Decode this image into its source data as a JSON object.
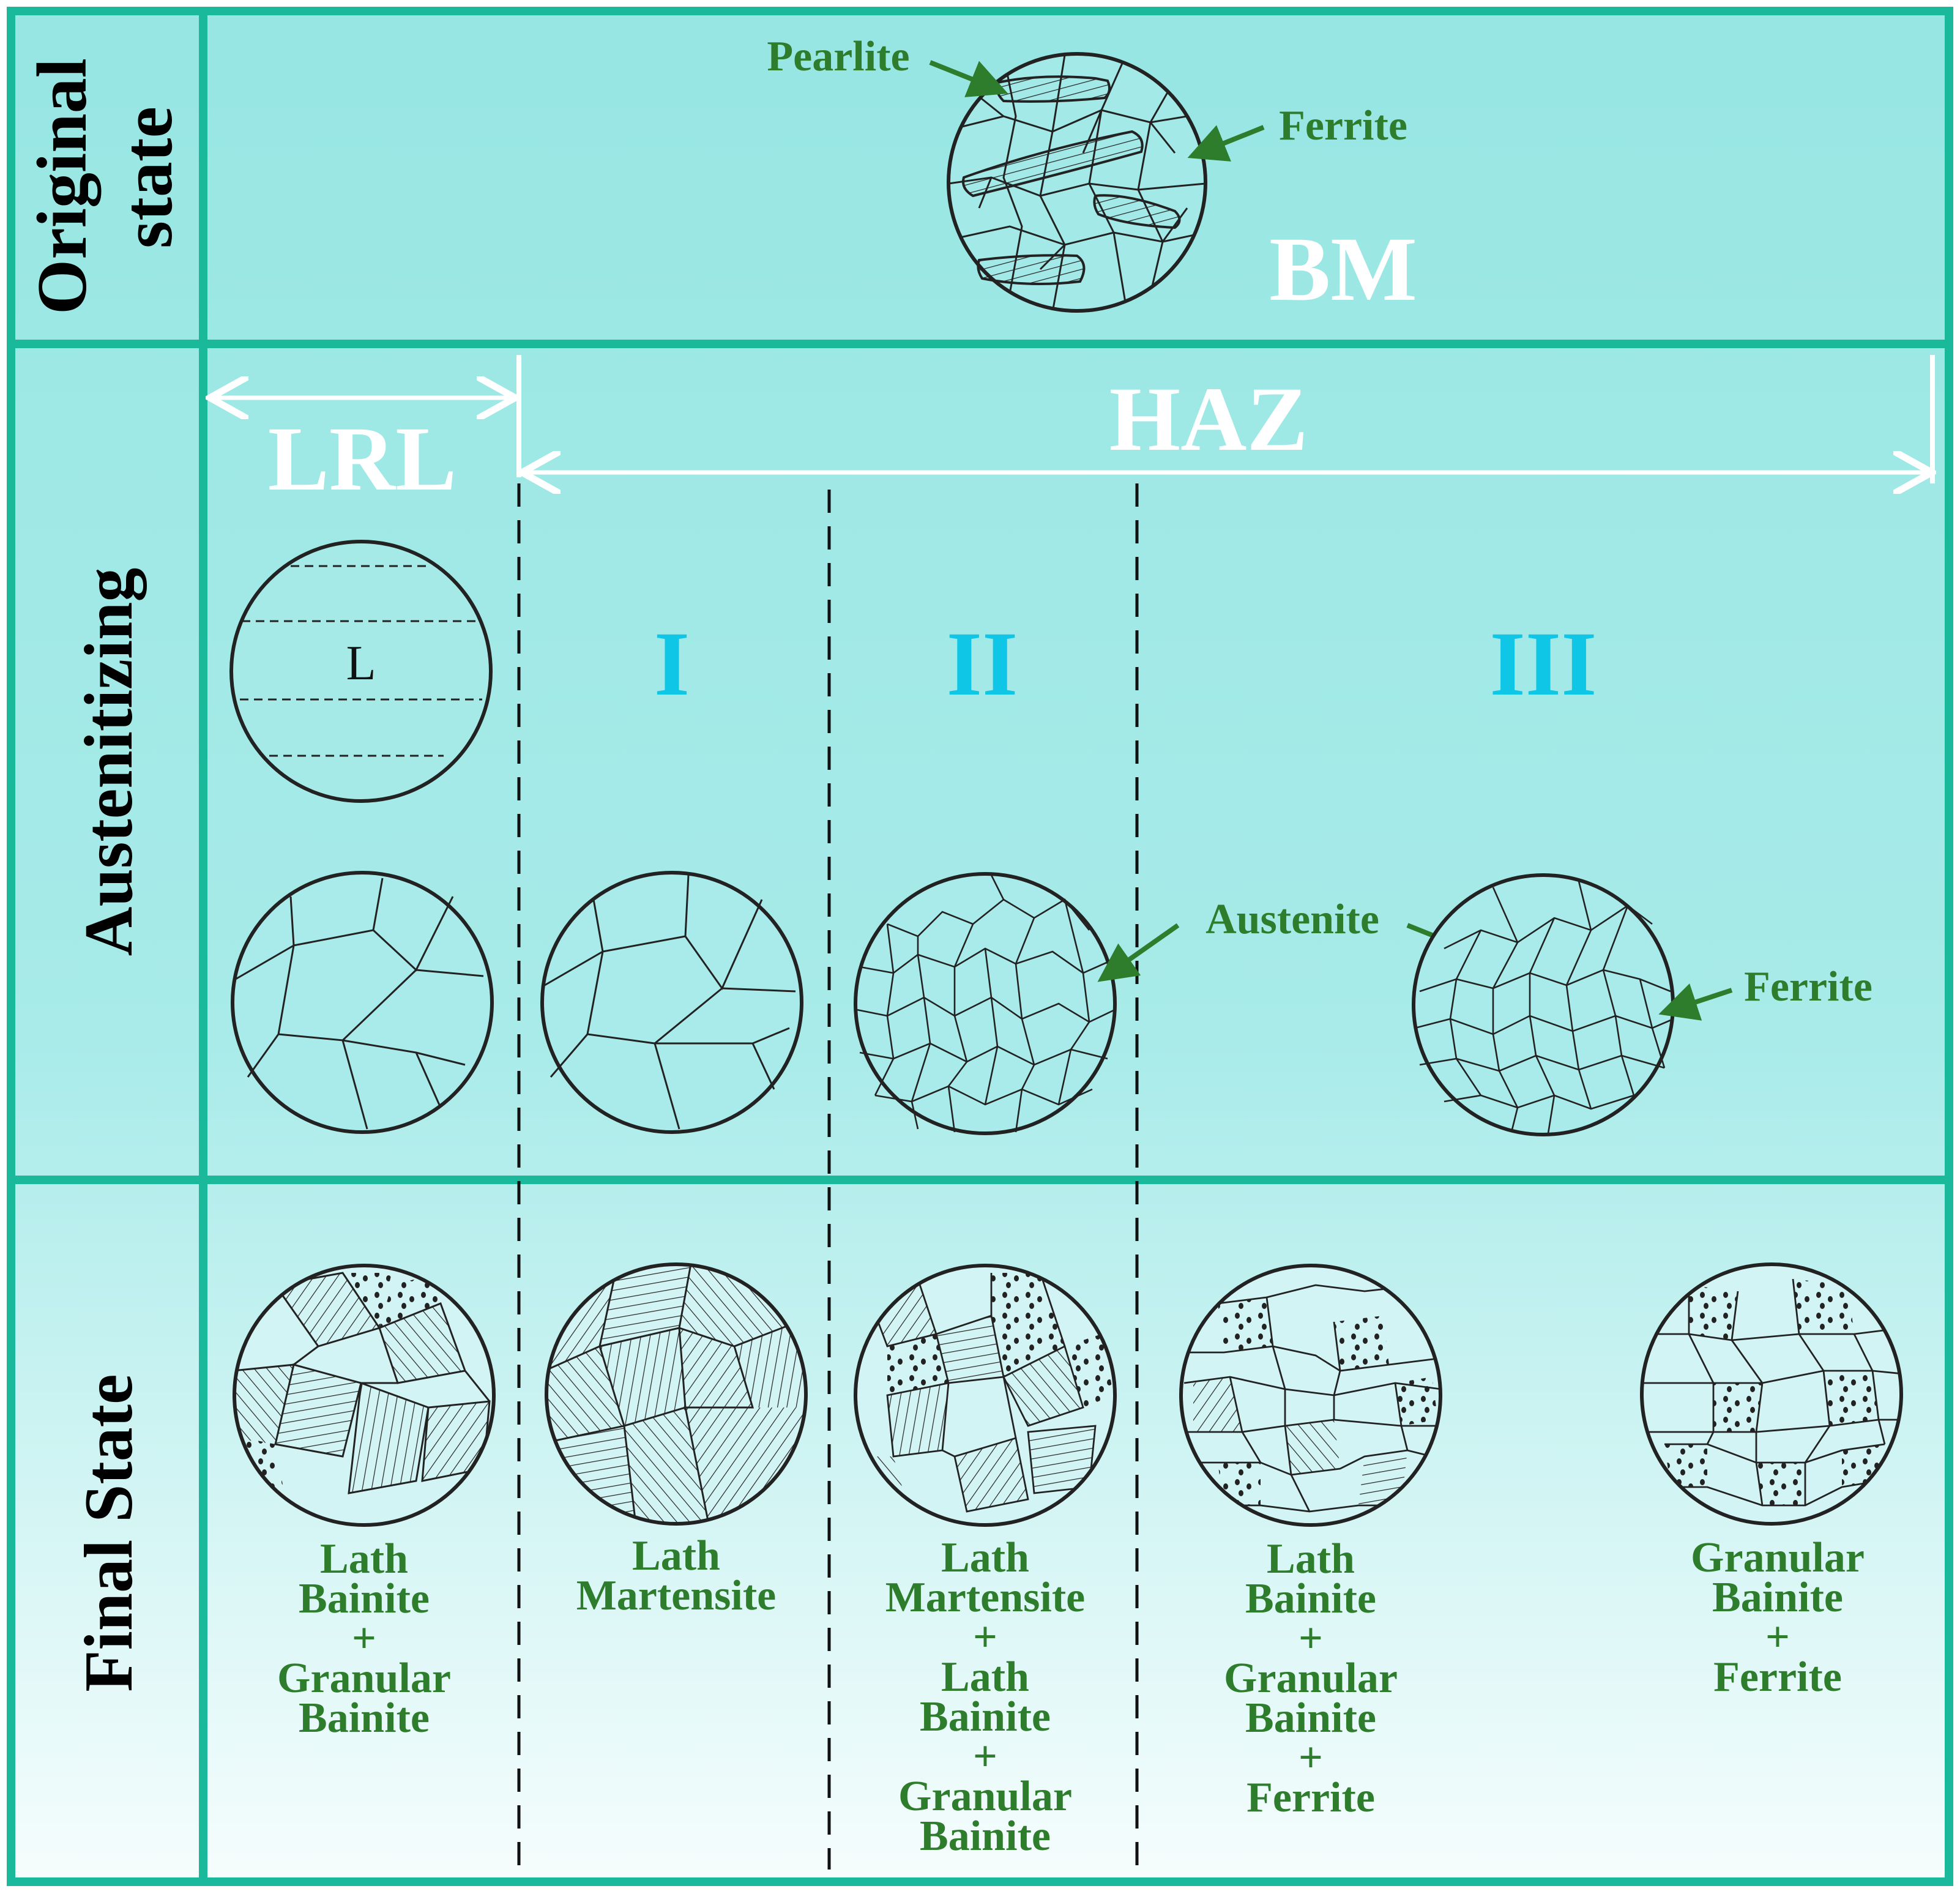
{
  "rows": {
    "original": "Original state",
    "austenitizing": "Austenitizing",
    "final": "Final State"
  },
  "original": {
    "pearlite": "Pearlite",
    "ferrite": "Ferrite",
    "bm": "BM"
  },
  "zones": {
    "lrl": "LRL",
    "haz": "HAZ",
    "z1": "I",
    "z2": "II",
    "z3": "III",
    "liquid": "L"
  },
  "aust": {
    "austenite": "Austenite",
    "ferrite": "Ferrite"
  },
  "final": {
    "col1": [
      "Lath",
      "Bainite",
      "+",
      "Granular",
      "Bainite"
    ],
    "col2": [
      "Lath",
      "Martensite"
    ],
    "col3": [
      "Lath",
      "Martensite",
      "+",
      "Lath",
      "Bainite",
      "+",
      "Granular",
      "Bainite"
    ],
    "col4": [
      "Lath",
      "Bainite",
      "+",
      "Granular",
      "Bainite",
      "+",
      "Ferrite"
    ],
    "col5": [
      "Granular",
      "Bainite",
      "+",
      "Ferrite"
    ]
  },
  "colors": {
    "border": "#1bb99b",
    "fill_top": "#97e6e3",
    "fill_bottom": "#f6fdfd",
    "label_green": "#2e7d2c",
    "zone_cyan": "#10c6e6",
    "white": "#ffffff"
  }
}
